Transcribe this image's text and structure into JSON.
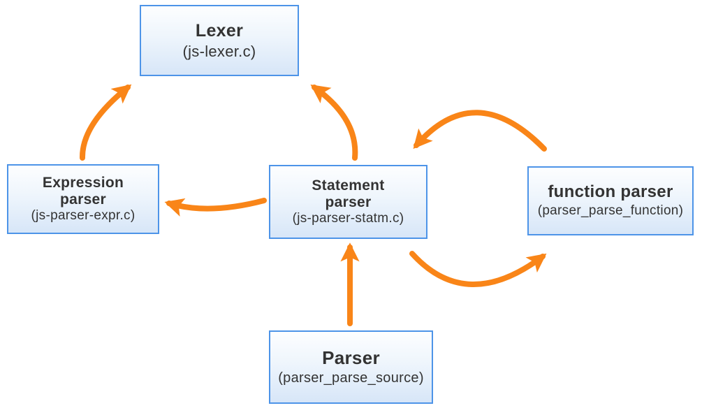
{
  "diagram": {
    "nodes": {
      "lexer": {
        "title": "Lexer",
        "subtitle": "(js-lexer.c)"
      },
      "expression_parser": {
        "title_line1": "Expression",
        "title_line2": "parser",
        "subtitle": "(js-parser-expr.c)"
      },
      "statement_parser": {
        "title_line1": "Statement",
        "title_line2": "parser",
        "subtitle": "(js-parser-statm.c)"
      },
      "function_parser": {
        "title": "function parser",
        "subtitle": "(parser_parse_function)"
      },
      "parser": {
        "title": "Parser",
        "subtitle": "(parser_parse_source)"
      }
    },
    "edges": [
      {
        "from": "expression_parser",
        "to": "lexer"
      },
      {
        "from": "statement_parser",
        "to": "lexer"
      },
      {
        "from": "statement_parser",
        "to": "expression_parser"
      },
      {
        "from": "function_parser",
        "to": "statement_parser"
      },
      {
        "from": "statement_parser",
        "to": "function_parser"
      },
      {
        "from": "parser",
        "to": "statement_parser"
      }
    ],
    "colors": {
      "node_border": "#4d94e8",
      "node_fill_top": "#fdfeff",
      "node_fill_bottom": "#d7e6f8",
      "arrow": "#f98518",
      "text": "#333333"
    }
  }
}
